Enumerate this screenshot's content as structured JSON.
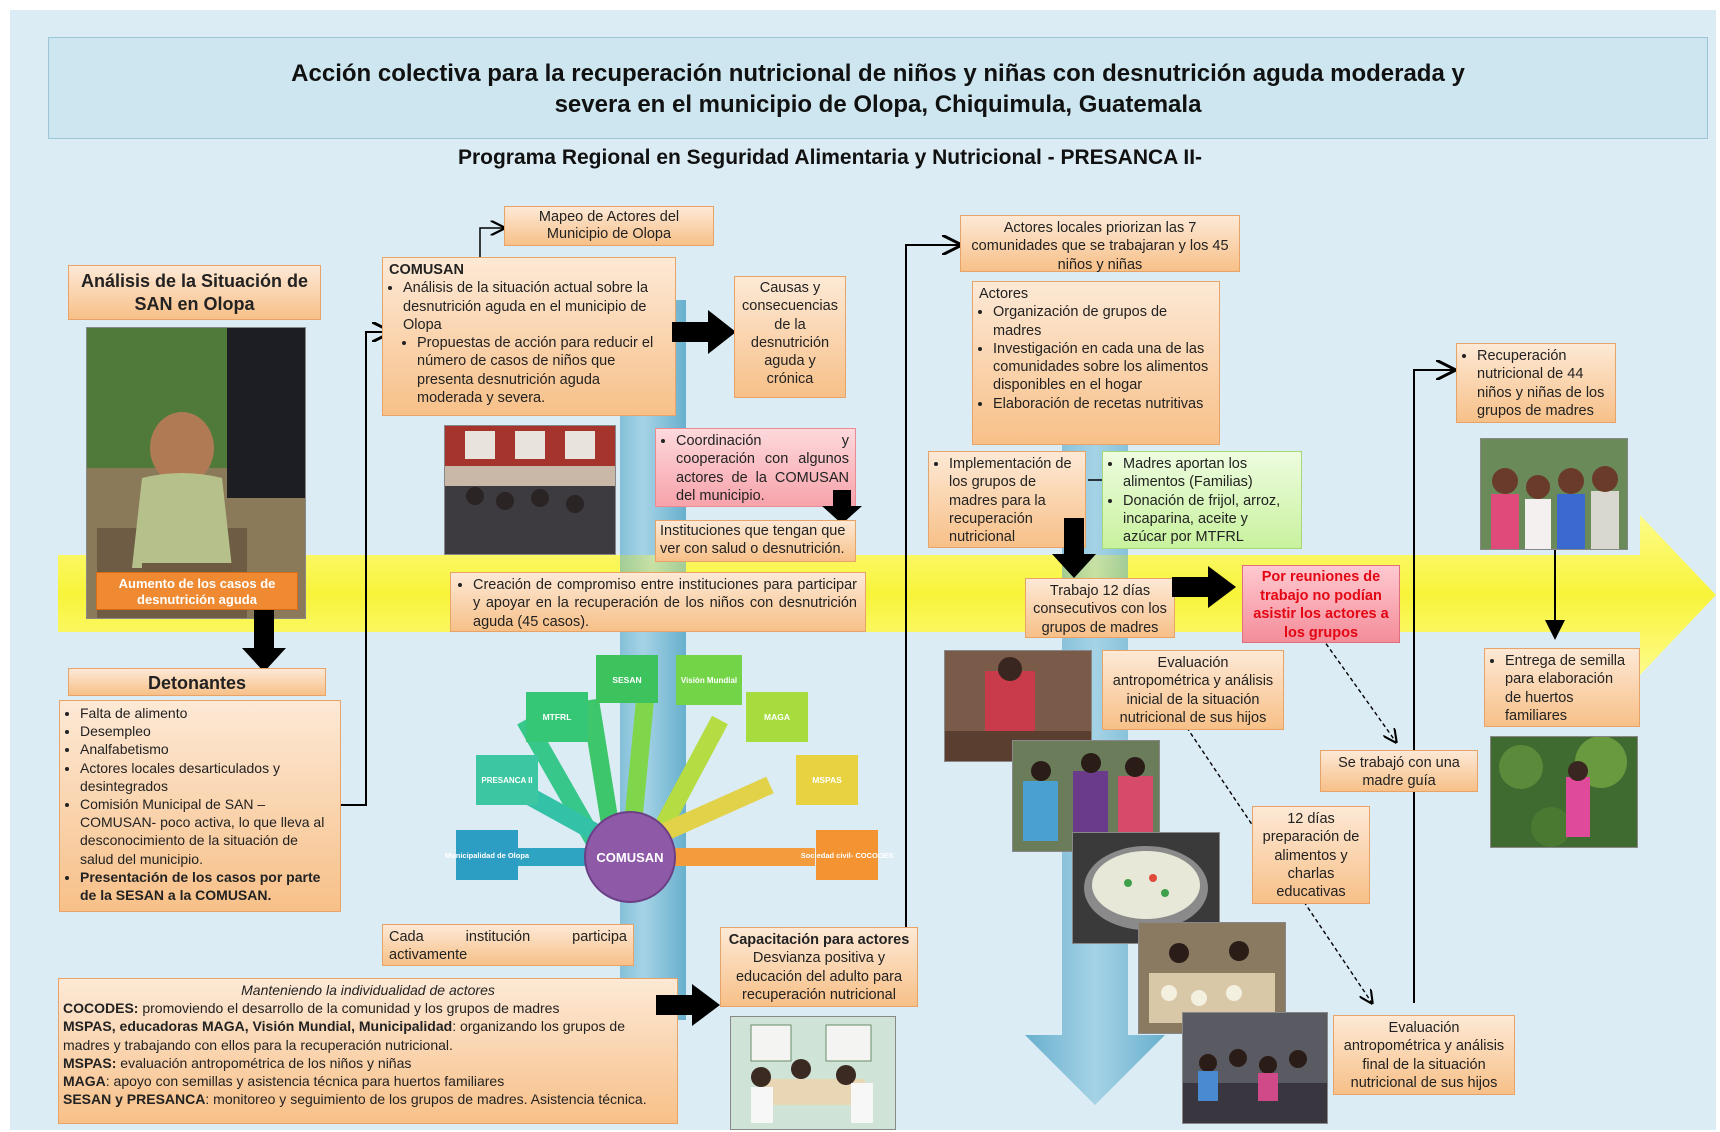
{
  "title_line1": "Acción colectiva para la recuperación nutricional de niños y niñas con desnutrición aguda moderada y",
  "title_line2": "severa en el municipio de Olopa, Chiquimula, Guatemala",
  "subtitle": "Programa Regional en Seguridad Alimentaria y Nutricional - PRESANCA II-",
  "analisis_title": "Análisis de la Situación de SAN en Olopa",
  "aumento_casos": "Aumento de los casos de desnutrición aguda",
  "detonantes": {
    "title": "Detonantes",
    "items": [
      "Falta de alimento",
      "Desempleo",
      "Analfabetismo",
      "Actores locales desarticulados y desintegrados",
      "Comisión Municipal de SAN – COMUSAN- poco activa, lo que lleva al desconocimiento de la situación de salud del municipio."
    ],
    "bold_item": "Presentación de los casos por parte de la SESAN a la COMUSAN."
  },
  "mapeo": "Mapeo de Actores del Municipio de Olopa",
  "comusan_box": {
    "title": "COMUSAN",
    "item1": "Análisis de la situación actual sobre la desnutrición aguda en el municipio de Olopa",
    "item2": "Propuestas de acción para reducir el número de casos de niños que presenta desnutrición aguda moderada y severa."
  },
  "causas": "Causas y consecuencias de la desnutrición aguda y crónica",
  "coordinacion": "Coordinación y cooperación con algunos actores de la COMUSAN del municipio.",
  "instituciones": "Instituciones que tengan que ver con salud o desnutrición.",
  "compromiso": "Creación de compromiso entre instituciones para participar y apoyar en la recuperación de los niños con desnutrición aguda (45 casos).",
  "hub": {
    "center": "COMUSAN",
    "nodes": [
      "SESAN",
      "Visión Mundial",
      "MTFRL",
      "MAGA",
      "PRESANCA II",
      "MSPAS",
      "Municipalidad de Olopa",
      "Sociedad civil- COCODES"
    ]
  },
  "cada_institucion": "Cada institución participa activamente",
  "individualidad": {
    "title": "Manteniendo la individualidad de actores",
    "rows": [
      {
        "label": "COCODES:",
        "text": " promoviendo el desarrollo de la comunidad y los grupos de madres"
      },
      {
        "label": "MSPAS, educadoras MAGA, Visión Mundial, Municipalidad",
        "text": ": organizando los grupos de madres y trabajando con ellos para la recuperación nutricional."
      },
      {
        "label": "MSPAS:",
        "text": " evaluación antropométrica de los niños y niñas"
      },
      {
        "label": "MAGA",
        "text": ": apoyo con semillas y asistencia técnica para huertos familiares"
      },
      {
        "label": "SESAN y PRESANCA",
        "text": ": monitoreo y seguimiento de los grupos de madres. Asistencia técnica."
      }
    ]
  },
  "capacitacion": {
    "title": "Capacitación para actores",
    "text": "Desvianza positiva y educación del adulto para recuperación nutricional"
  },
  "priorizan": "Actores locales priorizan las 7 comunidades que se trabajaran y los 45 niños y niñas",
  "actores": {
    "title": "Actores",
    "items": [
      "Organización de grupos de madres",
      "Investigación en cada una de las comunidades sobre los alimentos disponibles en el hogar",
      "Elaboración de recetas nutritivas"
    ]
  },
  "implementacion": "Implementación de los grupos de madres para la recuperación nutricional",
  "madres_aportan": [
    "Madres aportan los alimentos (Familias)",
    "Donación de frijol, arroz, incaparina, aceite y azúcar por MTFRL"
  ],
  "trabajo12": "Trabajo 12 días consecutivos con los grupos de madres",
  "por_reuniones": "Por reuniones de trabajo no podían asistir los actores a los grupos",
  "eval_inicial": "Evaluación antropométrica y análisis inicial de la situación nutricional de sus hijos",
  "madre_guia": "Se trabajó con una madre guía",
  "doce_dias": "12 días preparación de alimentos y charlas educativas",
  "eval_final": "Evaluación antropométrica y análisis final de la situación nutricional de sus hijos",
  "recuperacion": "Recuperación nutricional de 44 niños y niñas de los grupos de madres",
  "semilla": "Entrega de semilla para elaboración de huertos familiares",
  "colors": {
    "title_band": "#cde6ef",
    "arrow_band": "#fbf84a",
    "vertical_arrow": "#6fb8d4",
    "orange_box": "#f7c088",
    "hub_center": "#8e5aa8",
    "red_text": "#e30613"
  }
}
